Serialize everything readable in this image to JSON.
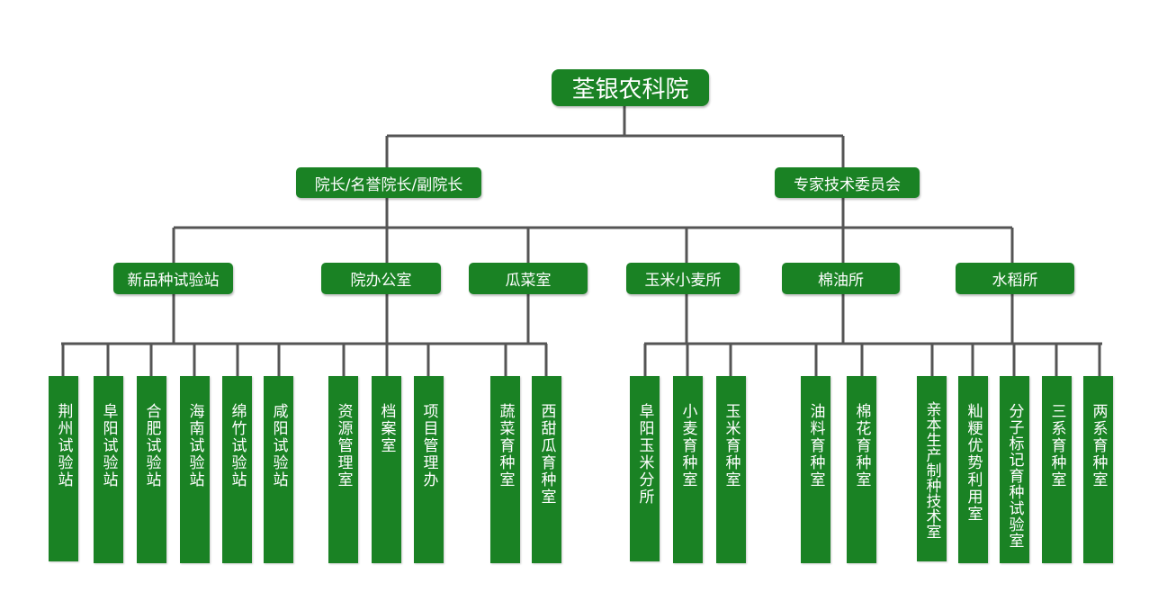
{
  "root": {
    "label": "荃银农科院"
  },
  "level1": [
    {
      "label": "院长/名誉院长/副院长"
    },
    {
      "label": "专家技术委员会"
    }
  ],
  "level2": [
    {
      "label": "新品种试验站"
    },
    {
      "label": "院办公室"
    },
    {
      "label": "瓜菜室"
    },
    {
      "label": "玉米小麦所"
    },
    {
      "label": "棉油所"
    },
    {
      "label": "水稻所"
    }
  ],
  "leaves": [
    {
      "label": "荆州试验站"
    },
    {
      "label": "阜阳试验站"
    },
    {
      "label": "合肥试验站"
    },
    {
      "label": "海南试验站"
    },
    {
      "label": "绵竹试验站"
    },
    {
      "label": "咸阳试验站"
    },
    {
      "label": "资源管理室"
    },
    {
      "label": "档案室"
    },
    {
      "label": "项目管理办"
    },
    {
      "label": "蔬菜育种室"
    },
    {
      "label": "西甜瓜育种室"
    },
    {
      "label": "阜阳玉米分所"
    },
    {
      "label": "小麦育种室"
    },
    {
      "label": "玉米育种室"
    },
    {
      "label": "油料育种室"
    },
    {
      "label": "棉花育种室"
    },
    {
      "label": "亲本生产制种技术室"
    },
    {
      "label": "籼粳优势利用室"
    },
    {
      "label": "分子标记育种试验室"
    },
    {
      "label": "三系育种室"
    },
    {
      "label": "两系育种室"
    }
  ],
  "colors": {
    "box": "#1a8224",
    "line": "#555555",
    "text": "#ffffff"
  }
}
